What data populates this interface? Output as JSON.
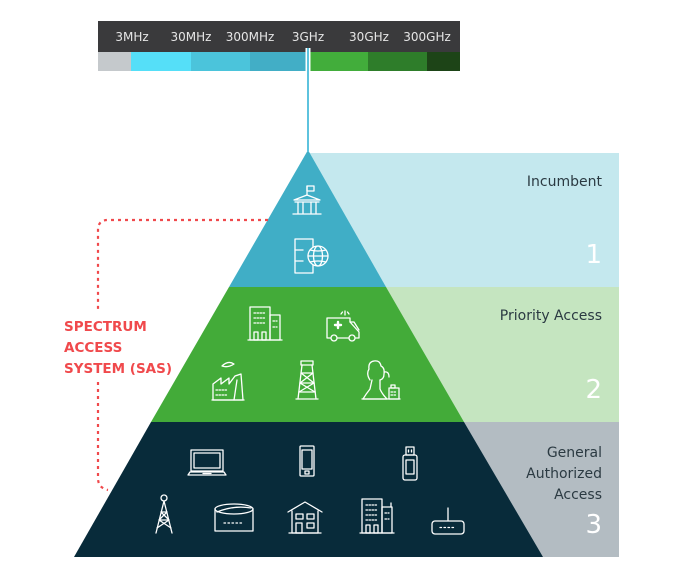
{
  "spectrum_bar": {
    "labels": [
      "3MHz",
      "30MHz",
      "300MHz",
      "3GHz",
      "30GHz",
      "300GHz"
    ],
    "colors": {
      "header": "#3a3a3c",
      "segments": [
        "#c5c9cc",
        "#55dff8",
        "#4bc4db",
        "#42aec6",
        "#42ad3b",
        "#2e7d2a",
        "#1d4417"
      ],
      "marker": "#5ec3de"
    }
  },
  "tiers": [
    {
      "title_lines": [
        "Incumbent"
      ],
      "number": "1",
      "pyramid_color": "#40aec6",
      "band_color": "#c4e8ee",
      "icons": [
        "government-building-icon",
        "globe-server-icon"
      ]
    },
    {
      "title_lines": [
        "Priority Access"
      ],
      "number": "2",
      "pyramid_color": "#43ab39",
      "band_color": "#c5e5c0",
      "icons": [
        "office-building-icon",
        "ambulance-icon",
        "factory-icon",
        "transmission-tower-icon",
        "power-plant-icon"
      ]
    },
    {
      "title_lines": [
        "General",
        "Authorized",
        "Access"
      ],
      "number": "3",
      "pyramid_color": "#082b3a",
      "band_color": "#b3bcc2",
      "icons": [
        "laptop-icon",
        "smartphone-icon",
        "usb-dongle-icon",
        "cell-tower-icon",
        "stadium-icon",
        "house-icon",
        "apartment-building-icon",
        "router-icon"
      ]
    }
  ],
  "sas": {
    "lines": [
      "SPECTRUM",
      "ACCESS",
      "SYSTEM (SAS)"
    ],
    "color": "#f0494c"
  }
}
